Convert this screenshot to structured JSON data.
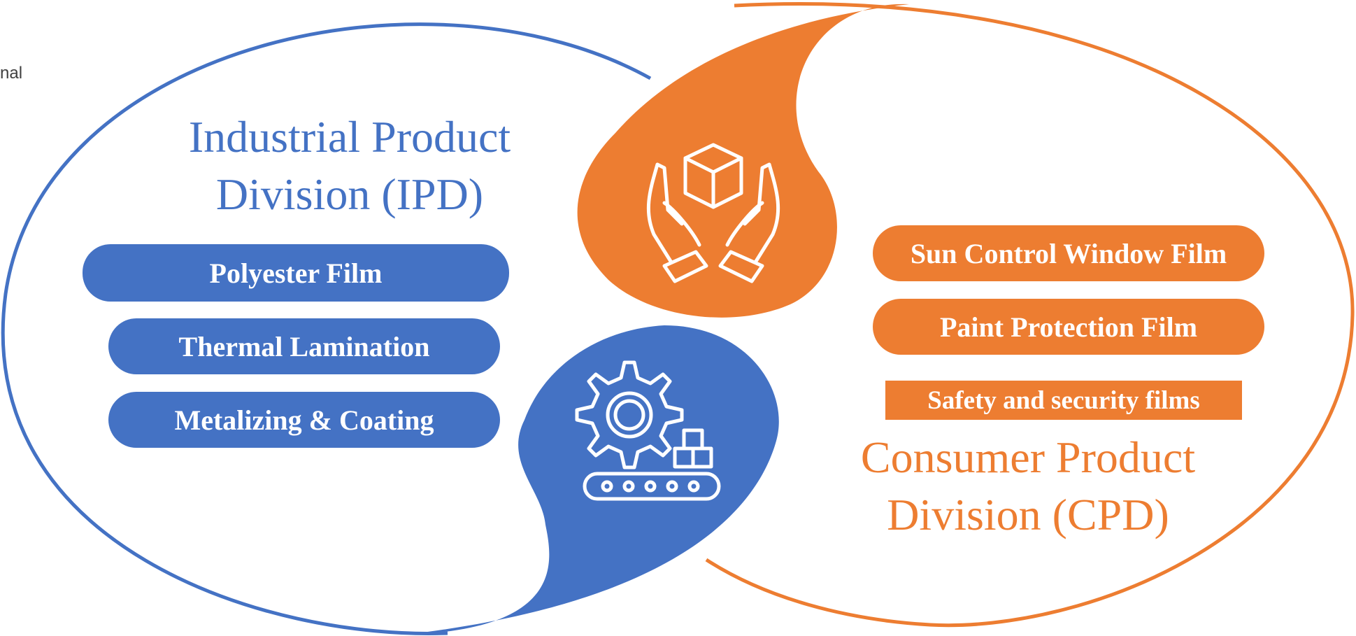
{
  "edge_text": "nal",
  "ipd": {
    "title_line1": "Industrial Product",
    "title_line2": "Division (IPD)",
    "items": [
      "Polyester Film",
      "Thermal Lamination",
      "Metalizing & Coating"
    ]
  },
  "cpd": {
    "title_line1": "Consumer Product",
    "title_line2": "Division (CPD)",
    "items": [
      "Sun Control Window Film",
      "Paint Protection Film",
      "Safety and security films"
    ]
  },
  "icons": {
    "top": "hands-holding-box-icon",
    "bottom": "gear-conveyor-belt-icon"
  },
  "colors": {
    "blue": "#4472c4",
    "orange": "#ed7d31",
    "background": "#ffffff"
  }
}
